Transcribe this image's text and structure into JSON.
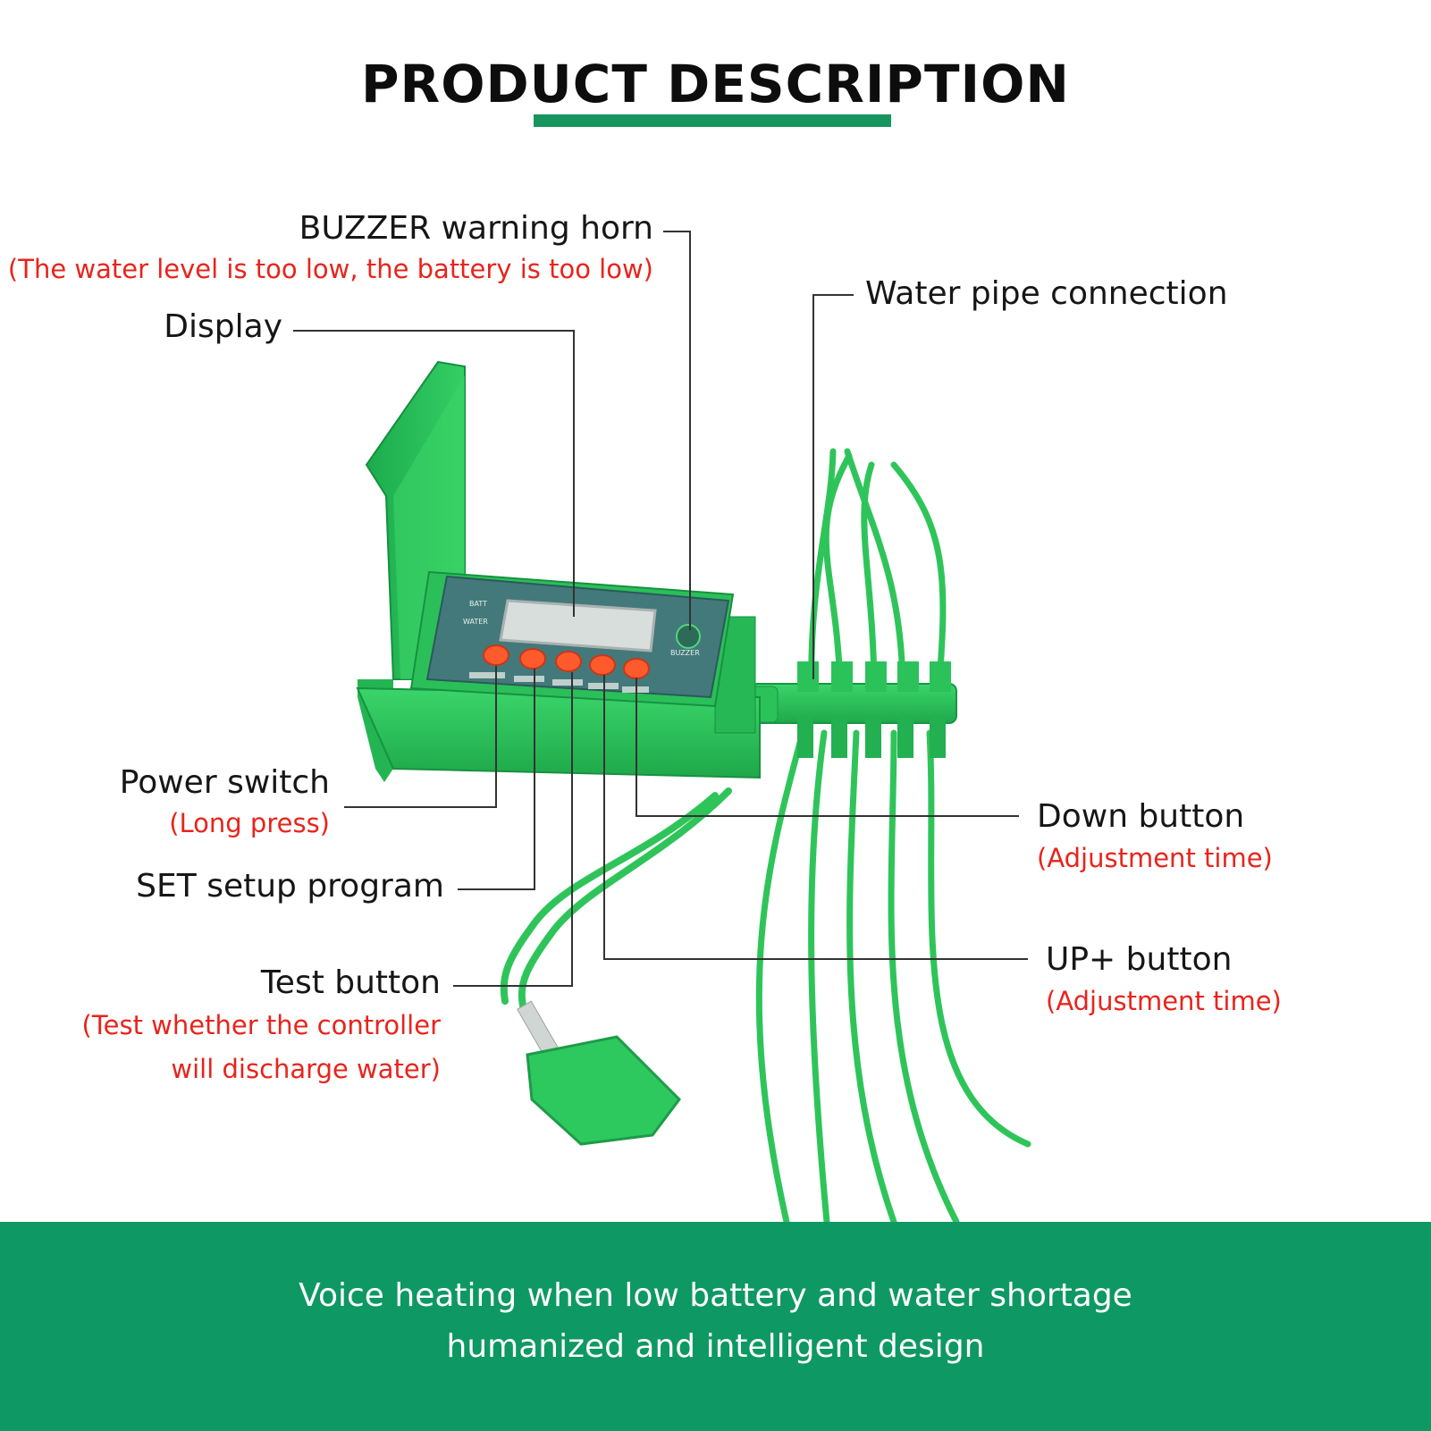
{
  "title": "PRODUCT DESCRIPTION",
  "labels": {
    "buzzer": "BUZZER warning horn",
    "buzzer_note": "(The water level is too low, the battery is too low)",
    "display": "Display",
    "water_pipe": "Water pipe connection",
    "power": "Power switch",
    "power_note": "(Long press)",
    "set": "SET setup program",
    "test": "Test button",
    "test_note_1": "(Test whether the controller",
    "test_note_2": "will discharge water)",
    "down": "Down button",
    "down_note": "(Adjustment time)",
    "up": "UP+ button",
    "up_note": "(Adjustment time)"
  },
  "device_panel": {
    "batt": "BATT",
    "water": "WATER",
    "buzzer": "BUZZER"
  },
  "footer": {
    "line1": "Voice heating when low battery and water shortage",
    "line2": "humanized and intelligent design"
  },
  "colors": {
    "accent": "#16955e",
    "footer_bg": "#0e9863",
    "note_red": "#e8241c",
    "device_green": "#27c35b"
  }
}
